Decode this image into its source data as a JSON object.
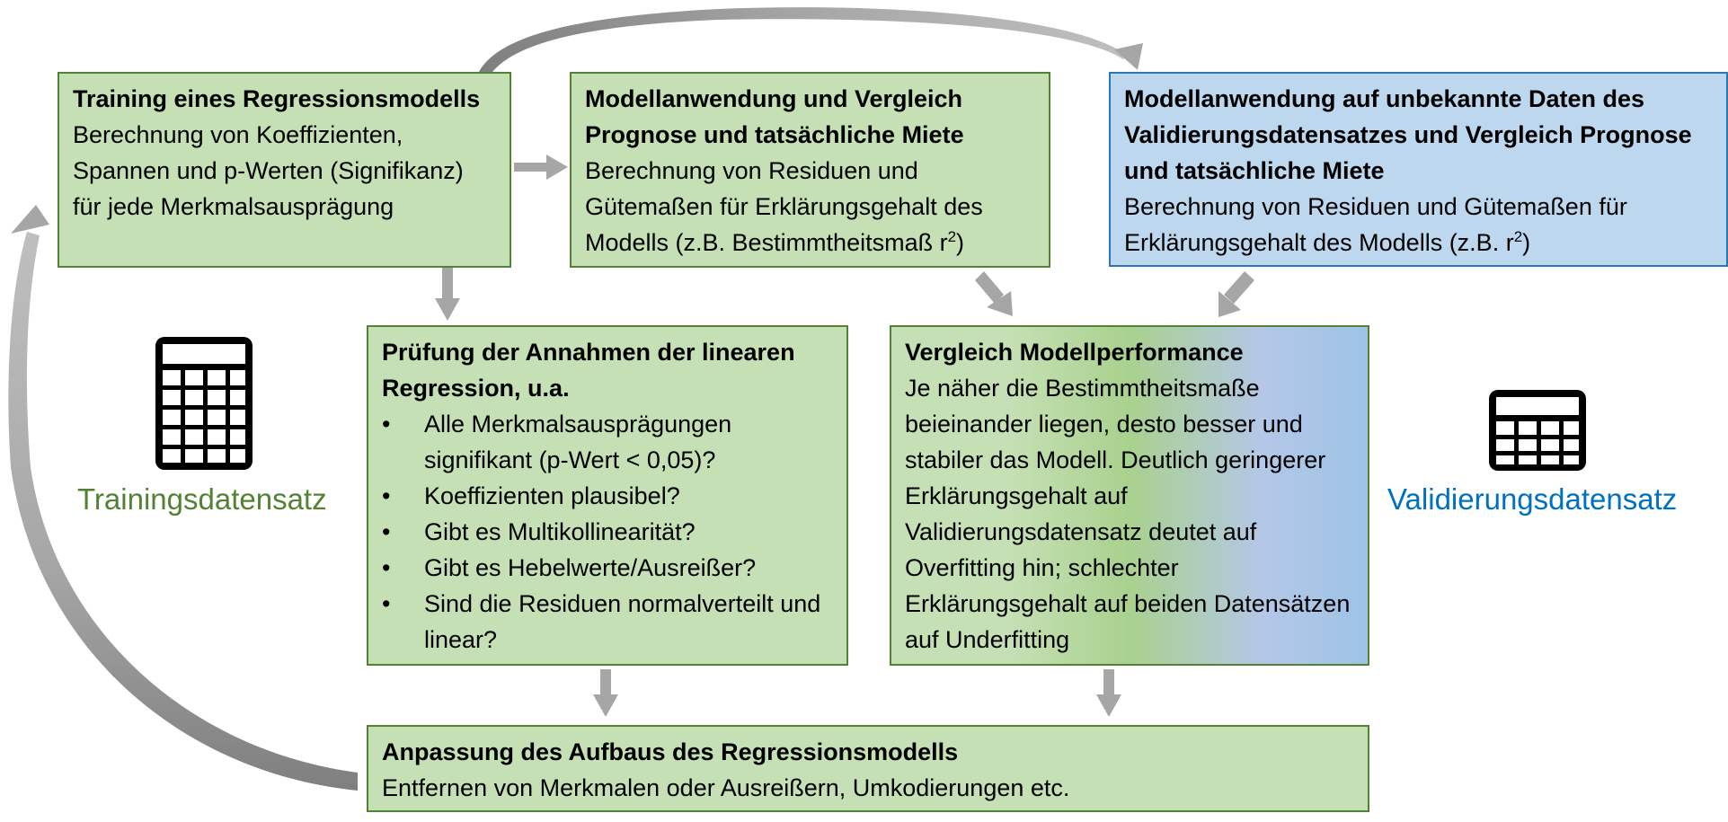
{
  "boxes": {
    "training": {
      "title": "Training eines Regressionsmodells",
      "body": "Berechnung von Koeffizienten, Spannen und p-Werten (Signifikanz) für jede Merkmalsausprägung"
    },
    "application": {
      "title": "Modellanwendung und Vergleich Prognose und tatsächliche Miete",
      "body_pre": "Berechnung von Residuen und Gütemaßen für Erklärungsgehalt des Modells (z.B. Bestimmtheitsmaß r",
      "body_sup": "2",
      "body_post": ")"
    },
    "validation_application": {
      "title": "Modellanwendung auf unbekannte Daten des Validierungsdatensatzes und Vergleich Prognose und tatsächliche Miete",
      "body_pre": "Berechnung von Residuen und Gütemaßen für Erklärungsgehalt des Modells (z.B. r",
      "body_sup": "2",
      "body_post": ")"
    },
    "assumptions": {
      "title": "Prüfung der Annahmen der linearen Regression, u.a.",
      "items": [
        "Alle Merkmalsausprägungen signifikant (p-Wert < 0,05)?",
        "Koeffizienten plausibel?",
        "Gibt es Multikollinearität?",
        "Gibt es Hebelwerte/Ausreißer?",
        "Sind die Residuen normalverteilt und linear?"
      ]
    },
    "comparison": {
      "title": "Vergleich Modellperformance",
      "body": "Je näher die Bestimmtheitsmaße beieinander liegen, desto besser und stabiler das Modell. Deutlich geringerer Erklärungsgehalt auf Validierungsdatensatz deutet auf Overfitting hin; schlechter Erklärungsgehalt auf beiden Datensätzen auf Underfitting"
    },
    "adjustment": {
      "title": "Anpassung des Aufbaus des Regressionsmodells",
      "body": "Entfernen von Merkmalen oder Ausreißern, Umkodierungen etc."
    }
  },
  "datasets": {
    "training": {
      "label": "Trainingsdatensatz",
      "icon": "spreadsheet-icon",
      "color": "#548235"
    },
    "validation": {
      "label": "Validierungsdatensatz",
      "icon": "spreadsheet-icon",
      "color": "#0070c0"
    }
  },
  "colors": {
    "box_green_fill": "#c5e0b4",
    "box_green_border": "#548235",
    "box_blue_fill": "#bdd7ee",
    "box_blue_border": "#2e75b6",
    "arrow": "#a6a6a6"
  }
}
